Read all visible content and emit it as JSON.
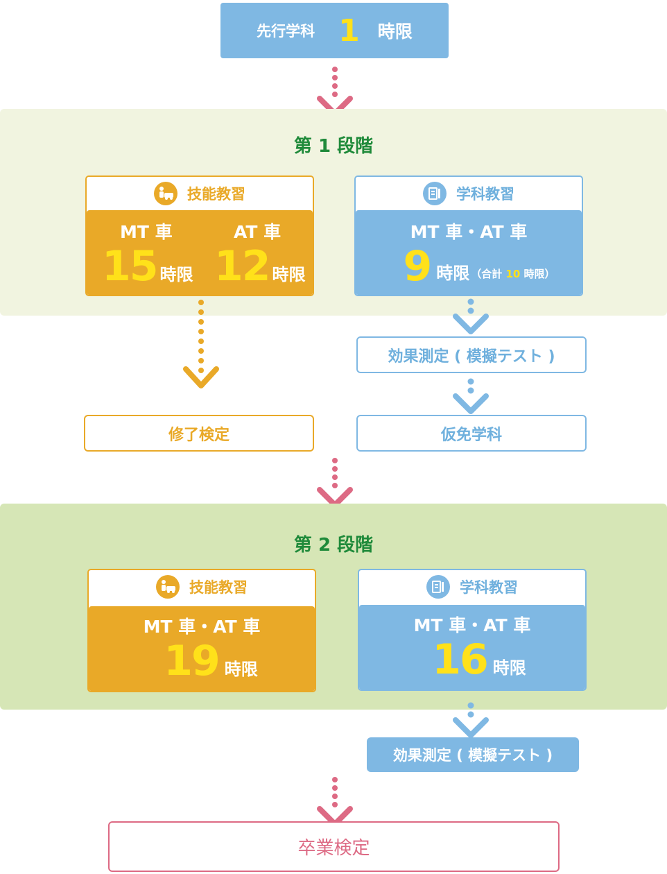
{
  "pre": {
    "label": "先行学科",
    "hours": "1",
    "unit": "時限"
  },
  "stage1": {
    "title": "第 1 段階",
    "practical": {
      "heading": "技能教習",
      "icon": "instructor-car-icon",
      "mt_label": "MT 車",
      "mt_hours": "15",
      "mt_unit": "時限",
      "at_label": "AT 車",
      "at_hours": "12",
      "at_unit": "時限"
    },
    "theory": {
      "heading": "学科教習",
      "icon": "textbook-icon",
      "vehicle_label": "MT 車・AT 車",
      "hours": "9",
      "unit": "時限",
      "note_prefix": "（合計 ",
      "note_hours": "10",
      "note_suffix": " 時限）"
    },
    "mock_test": "効果測定 ( 模擬テスト )",
    "completion_exam": "修了検定",
    "provisional_theory": "仮免学科"
  },
  "stage2": {
    "title": "第 2 段階",
    "practical": {
      "heading": "技能教習",
      "icon": "instructor-car-icon",
      "vehicle_label": "MT 車・AT 車",
      "hours": "19",
      "unit": "時限"
    },
    "theory": {
      "heading": "学科教習",
      "icon": "textbook-icon",
      "vehicle_label": "MT 車・AT 車",
      "hours": "16",
      "unit": "時限"
    },
    "mock_test": "効果測定 ( 模擬テスト )"
  },
  "graduation_exam": "卒業検定",
  "colors": {
    "orange": "#e9a928",
    "blue": "#7fb8e3",
    "yellow": "#ffe11a",
    "pink": "#dd6a84",
    "green_title": "#1f8a3a",
    "stage1_bg": "#f1f4e0",
    "stage2_bg": "#d6e6b6"
  }
}
